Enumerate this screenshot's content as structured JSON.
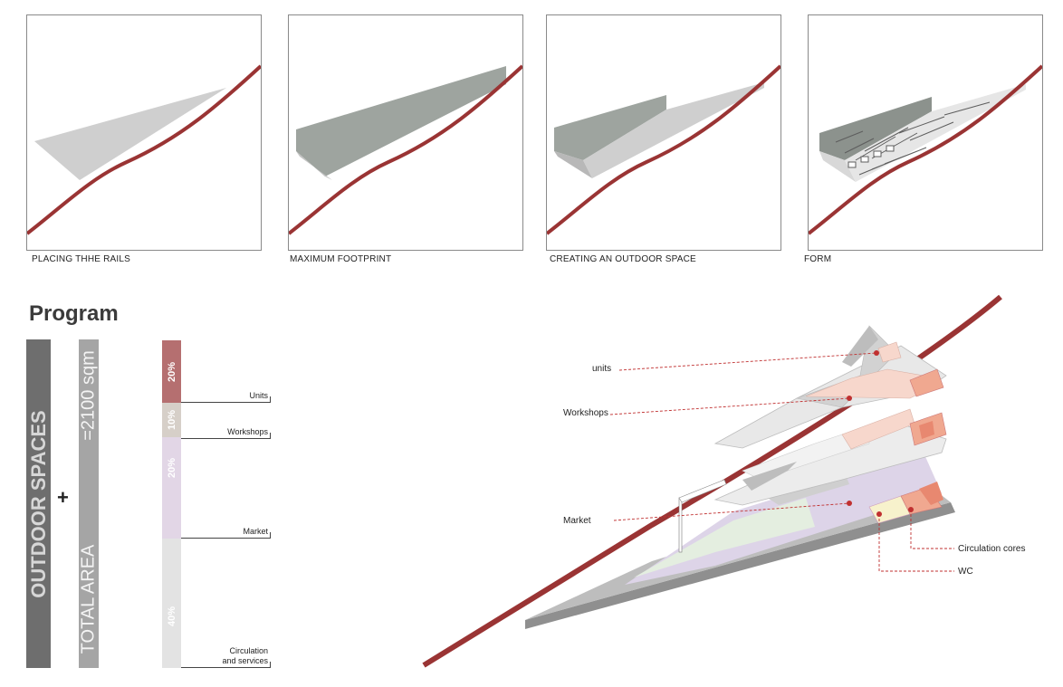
{
  "steps": [
    {
      "caption": "PLACING THHE RAILS"
    },
    {
      "caption": "MAXIMUM FOOTPRINT"
    },
    {
      "caption": "CREATING AN OUTDOOR SPACE"
    },
    {
      "caption": "FORM"
    }
  ],
  "program": {
    "title": "Program",
    "outdoor_label": "OUTDOOR SPACES",
    "plus": "+",
    "total_label": "TOTAL AREA",
    "total_value": "=2100 sqm",
    "segments": [
      {
        "label": "Units",
        "percent_text": "20%",
        "value": 20,
        "color": "#b56f70"
      },
      {
        "label": "Workshops",
        "percent_text": "10%",
        "value": 10,
        "color": "#d6cfc8"
      },
      {
        "label": "Market",
        "percent_text": "20%",
        "value": 20,
        "color": "#e2d6e6"
      },
      {
        "label": "Circulation and services",
        "label_line1": "Circulation",
        "label_line2": "and services",
        "percent_text": "40%",
        "value": 40,
        "color": "#e3e3e3"
      }
    ]
  },
  "diagram_labels": {
    "units": "units",
    "workshops": "Workshops",
    "market": "Market",
    "circulation_cores": "Circulation cores",
    "wc": "WC"
  },
  "colors": {
    "rail": "#9a3434",
    "leader": "#c03030",
    "slab_gray": "#a9a9a9",
    "market": "#ddd4e8",
    "circulation": "#f0a890",
    "wc": "#f7f2cc"
  }
}
